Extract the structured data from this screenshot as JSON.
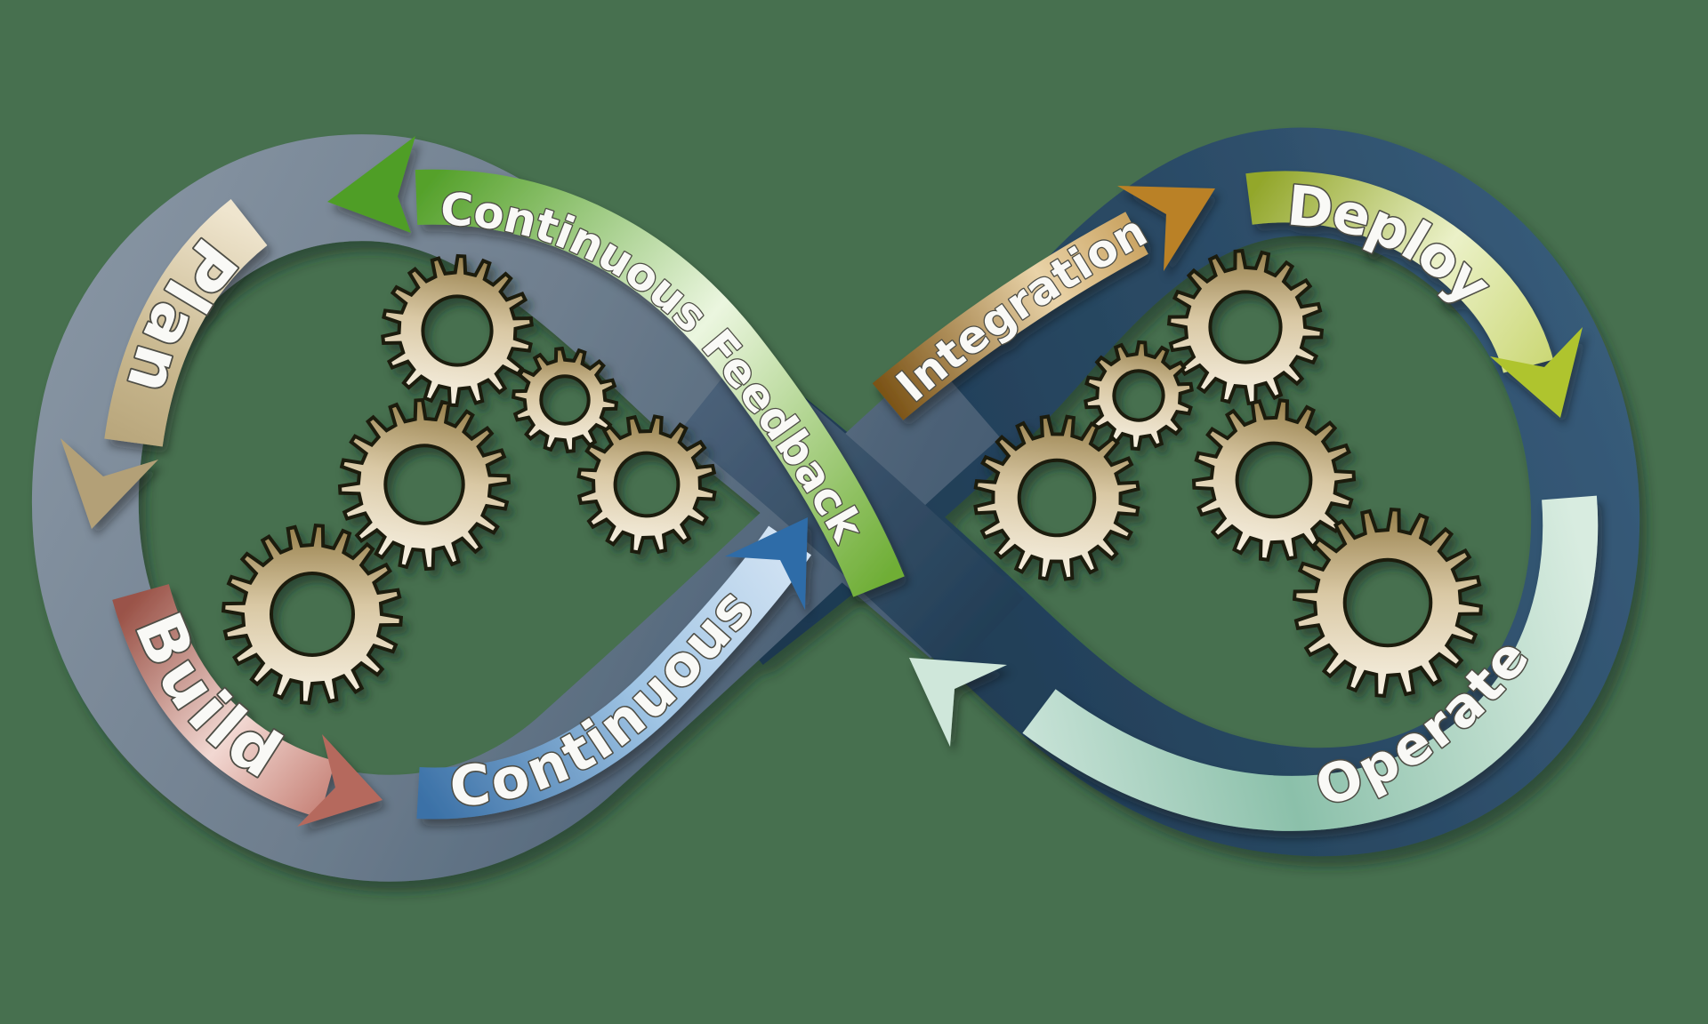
{
  "background_color": "#47704F",
  "loops": {
    "left": {
      "color": "#6A7A8A",
      "direction": "counterclockwise"
    },
    "right": {
      "color": "#28455F",
      "direction": "clockwise"
    }
  },
  "ribbons": [
    {
      "name": "plan",
      "label": "Plan",
      "colors": [
        "#EFE5CE",
        "#C9B88F",
        "#AD9A6F"
      ],
      "head_color": "#B3A077"
    },
    {
      "name": "build",
      "label": "Build",
      "colors": [
        "#9A5348",
        "#F2D8D2",
        "#B9685C"
      ],
      "head_color": "#B5695D"
    },
    {
      "name": "continuous",
      "label": "Continuous",
      "colors": [
        "#3B71A7",
        "#9FC4E4",
        "#D9E7F5"
      ],
      "head_color": "#2E6CA8"
    },
    {
      "name": "continuous-feedback",
      "label": "Continuous Feedback",
      "colors": [
        "#55A12B",
        "#EBF6DF",
        "#6FAE36"
      ],
      "head_color": "#4F9E28"
    },
    {
      "name": "integration",
      "label": "Integration",
      "colors": [
        "#7B5316",
        "#E9D3A8",
        "#B07B26"
      ],
      "head_color": "#BA8127"
    },
    {
      "name": "deploy",
      "label": "Deploy",
      "colors": [
        "#93A72C",
        "#EBF1C8",
        "#C3D160"
      ],
      "head_color": "#AFC42F"
    },
    {
      "name": "operate",
      "label": "Operate",
      "colors": [
        "#D8ECE0",
        "#8BC0AA",
        "#DFF0E8"
      ],
      "head_color": "#CFE7DA"
    }
  ],
  "gears": {
    "left_count": 5,
    "right_count": 5,
    "fill": "#D9C8A4",
    "outline": "#1F1B10"
  },
  "label_text_color": "#F9F9F6"
}
